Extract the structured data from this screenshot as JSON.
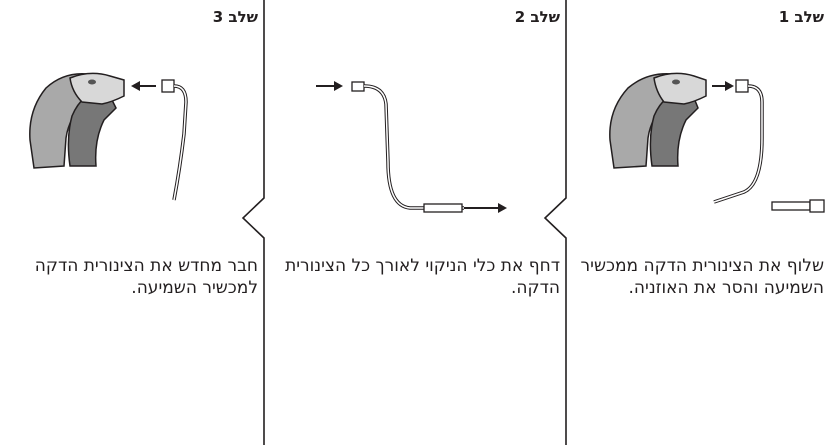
{
  "steps": [
    {
      "title": "שלב 1",
      "description": "שלוף את הצינורית הדקה ממכשיר השמיעה והסר את האוזניה."
    },
    {
      "title": "שלב 2",
      "description": "דחף את כלי הניקוי לאורך כל הצינורית הדקה."
    },
    {
      "title": "שלב 3",
      "description": "חבר מחדש את הצינורית הדקה למכשיר השמיעה."
    }
  ],
  "icons": [
    "hearing-aid-icon",
    "thin-tube-icon",
    "arrow-icon",
    "cleaning-tool-icon"
  ]
}
